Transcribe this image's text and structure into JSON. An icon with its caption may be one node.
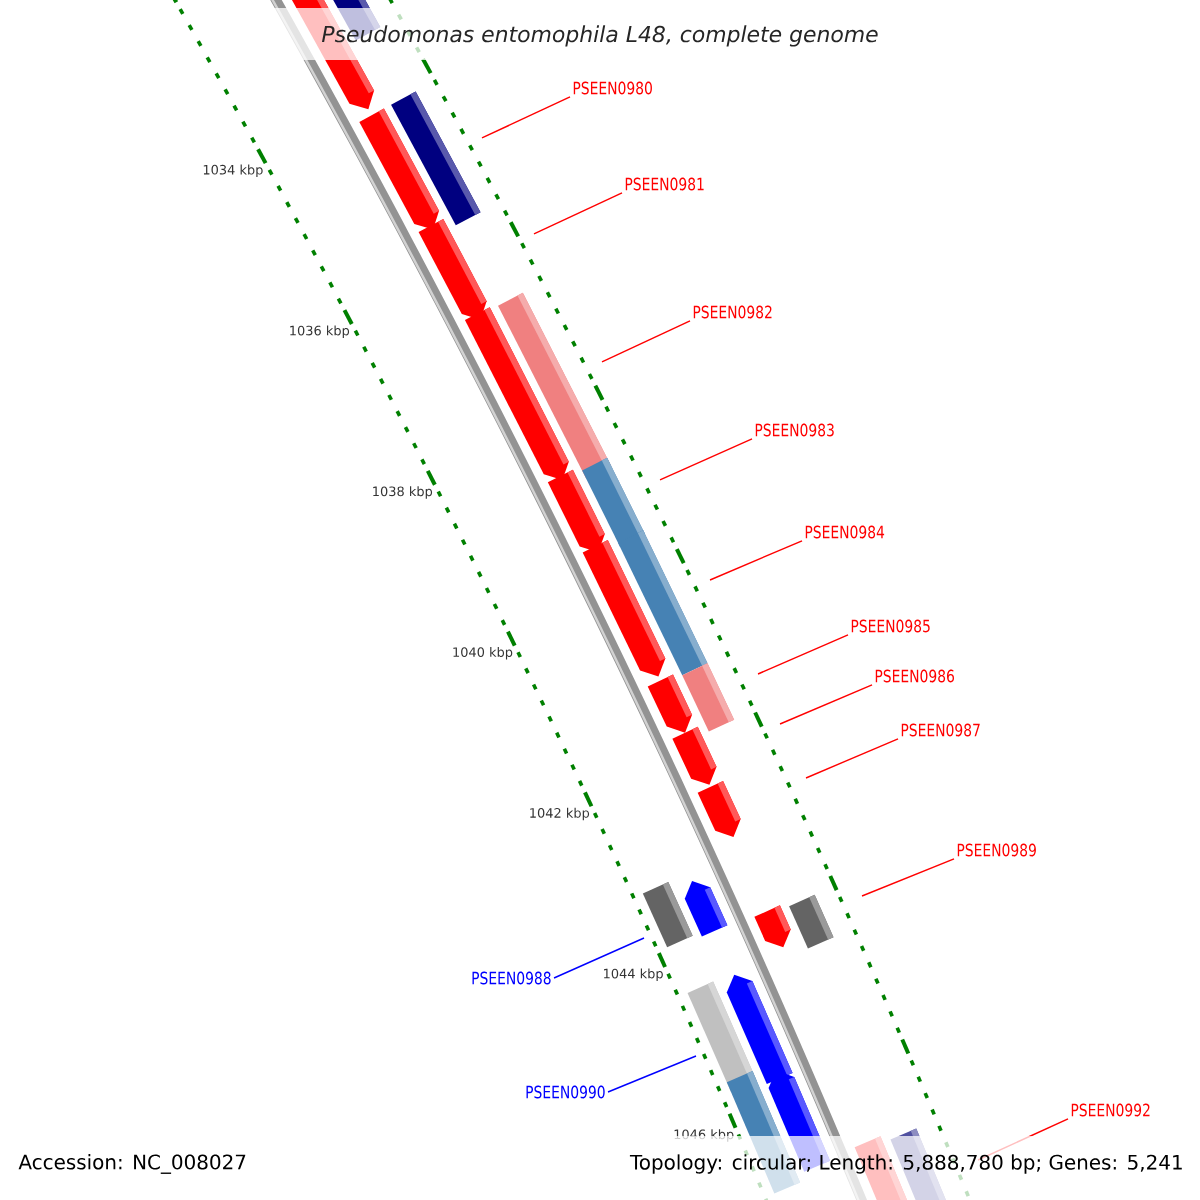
{
  "diagram": {
    "title": "Pseudomonas entomophila L48, complete genome",
    "nodes": [
      {
        "text": [
          "PSEEN0980"
        ]
      },
      {
        "text": [
          "PSEEN0981"
        ]
      },
      {
        "text": [
          "PSEEN0982"
        ]
      },
      {
        "text": [
          "PSEEN0983"
        ]
      },
      {
        "text": [
          "PSEEN0984"
        ]
      },
      {
        "text": [
          "PSEEN0985"
        ]
      },
      {
        "text": [
          "PSEEN0986"
        ]
      },
      {
        "text": [
          "PSEEN0987"
        ]
      },
      {
        "text": [
          "PSEEN0989"
        ]
      },
      {
        "text": [
          "PSEEN0988"
        ]
      },
      {
        "text": [
          "PSEEN0990"
        ]
      },
      {
        "text": [
          "PSEEN0992"
        ]
      }
    ],
    "edges": [
      {
        "from": 0,
        "to": null,
        "arrow": "none"
      },
      {
        "from": 1,
        "to": null,
        "arrow": "none"
      },
      {
        "from": 2,
        "to": null,
        "arrow": "none"
      },
      {
        "from": 3,
        "to": null,
        "arrow": "none"
      },
      {
        "from": 4,
        "to": null,
        "arrow": "none"
      },
      {
        "from": 5,
        "to": null,
        "arrow": "none"
      },
      {
        "from": 6,
        "to": null,
        "arrow": "none"
      },
      {
        "from": 7,
        "to": null,
        "arrow": "none"
      },
      {
        "from": 8,
        "to": null,
        "arrow": "none"
      },
      {
        "from": 9,
        "to": null,
        "arrow": "none",
        "color": "#0000ff"
      },
      {
        "from": 10,
        "to": null,
        "arrow": "none",
        "color": "#0000ff"
      },
      {
        "from": 11,
        "to": null,
        "arrow": "none"
      }
    ],
    "labels": [
      "1034 kbp",
      "1036 kbp",
      "1038 kbp",
      "1040 kbp",
      "1042 kbp",
      "1044 kbp",
      "1046 kbp",
      "Accession: NC_008027",
      "Topology: circular; Length: 5,888,780 bp; Genes: 5,241"
    ]
  }
}
